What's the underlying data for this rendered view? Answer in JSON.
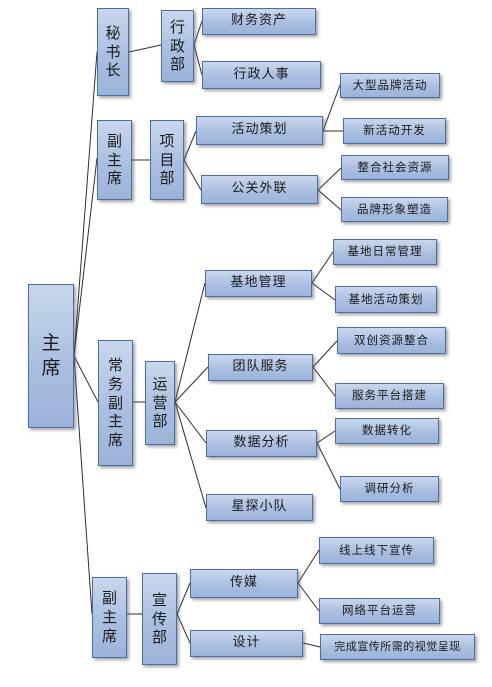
{
  "root": "主席",
  "secretary": {
    "title": "秘书长",
    "dept": "行政部",
    "items": [
      "财务资产",
      "行政人事"
    ]
  },
  "vice1": {
    "title": "副主席",
    "dept": "项目部",
    "items": [
      "活动策划",
      "公关外联"
    ],
    "planning": [
      "大型品牌活动",
      "新活动开发"
    ],
    "pr": [
      "整合社会资源",
      "品牌形象塑造"
    ]
  },
  "exec_vice": {
    "title": "常务副主席",
    "dept": "运营部",
    "items": [
      "基地管理",
      "团队服务",
      "数据分析",
      "星探小队"
    ],
    "base": [
      "基地日常管理",
      "基地活动策划"
    ],
    "team": [
      "双创资源整合",
      "服务平台搭建"
    ],
    "data": [
      "数据转化",
      "调研分析"
    ]
  },
  "vice2": {
    "title": "副主席",
    "dept": "宣传部",
    "items": [
      "传媒",
      "设计"
    ],
    "media": [
      "线上线下宣传",
      "网络平台运营"
    ],
    "design": [
      "完成宣传所需的视觉呈现"
    ]
  }
}
